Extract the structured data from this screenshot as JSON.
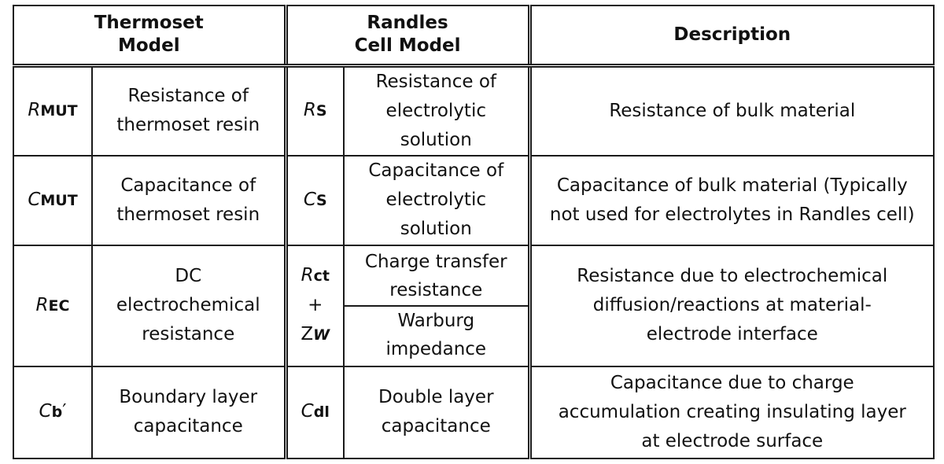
{
  "headers": {
    "thermoset": "Thermoset Model",
    "randles": "Randles Cell Model",
    "description": "Description"
  },
  "rows": [
    {
      "t_sym": {
        "main": "R",
        "sub": "MUT"
      },
      "t_desc": "Resistance of thermoset resin",
      "r_sym": {
        "main": "R",
        "sub": "S"
      },
      "r_desc": "Resistance of electrolytic solution",
      "description": "Resistance of bulk material"
    },
    {
      "t_sym": {
        "main": "C",
        "sub": "MUT"
      },
      "t_desc": "Capacitance of thermoset resin",
      "r_sym": {
        "main": "C",
        "sub": "S"
      },
      "r_desc": "Capacitance of electrolytic solution",
      "description": "Capacitance of bulk material (Typically not used for electrolytes in Randles cell)"
    },
    {
      "t_sym": {
        "main": "R",
        "sub": "EC"
      },
      "t_desc": "DC electrochemical resistance",
      "r_sym": {
        "line1_main": "R",
        "line1_sub": "ct",
        "plus": "+",
        "line3_main": "Z",
        "line3_sub": "W"
      },
      "r_desc_top": "Charge transfer resistance",
      "r_desc_bottom": "Warburg impedance",
      "description": "Resistance due to electrochemical diffusion/reactions at material-electrode interface"
    },
    {
      "t_sym": {
        "main": "C",
        "sub": "b",
        "prime": "′"
      },
      "t_desc": "Boundary layer capacitance",
      "r_sym": {
        "main": "C",
        "sub": "dl"
      },
      "r_desc": "Double layer capacitance",
      "description": "Capacitance due to charge accumulation creating insulating layer at electrode surface"
    }
  ]
}
